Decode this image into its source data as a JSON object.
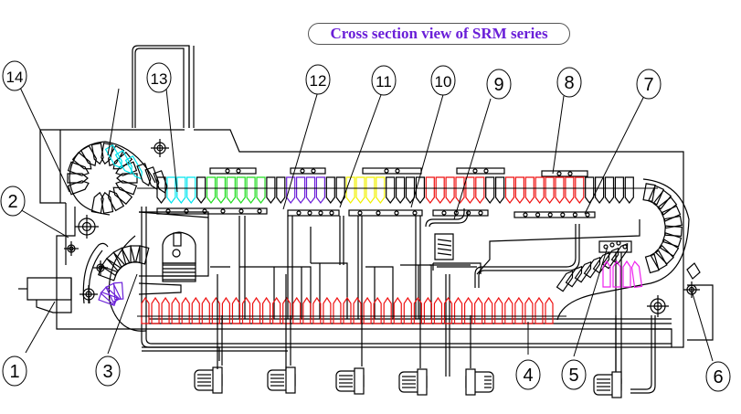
{
  "title": "Cross section view of SRM series",
  "callouts": [
    {
      "id": "1",
      "label": "1"
    },
    {
      "id": "2",
      "label": "2"
    },
    {
      "id": "3",
      "label": "3"
    },
    {
      "id": "4",
      "label": "4"
    },
    {
      "id": "5",
      "label": "5"
    },
    {
      "id": "6",
      "label": "6"
    },
    {
      "id": "7",
      "label": "7"
    },
    {
      "id": "8",
      "label": "8"
    },
    {
      "id": "9",
      "label": "9"
    },
    {
      "id": "10",
      "label": "10"
    },
    {
      "id": "11",
      "label": "11"
    },
    {
      "id": "12",
      "label": "12"
    },
    {
      "id": "13",
      "label": "13"
    },
    {
      "id": "14",
      "label": "14"
    }
  ],
  "colors": {
    "line": "#000000",
    "title_text": "#6a1fd8",
    "cyan": "#00e5ee",
    "green": "#22dd22",
    "purple": "#6a1fd8",
    "yellow": "#f0f000",
    "red": "#ee1111",
    "magenta": "#ee22ee",
    "pale_red": "#f4a0a0"
  },
  "upper_row_groups": [
    {
      "color": "black",
      "count": 1
    },
    {
      "color": "cyan",
      "count": 3
    },
    {
      "color": "black",
      "count": 1
    },
    {
      "color": "green",
      "count": 6
    },
    {
      "color": "black",
      "count": 2
    },
    {
      "color": "purple",
      "count": 4
    },
    {
      "color": "black",
      "count": 2
    },
    {
      "color": "yellow",
      "count": 4
    },
    {
      "color": "black",
      "count": 4
    },
    {
      "color": "red",
      "count": 6
    },
    {
      "color": "black",
      "count": 2
    },
    {
      "color": "red",
      "count": 8
    },
    {
      "color": "black",
      "count": 5
    }
  ],
  "lower_row_groups": [
    {
      "color": "red",
      "count": 41
    }
  ],
  "curve_highlights": {
    "left_top_cyan": 3,
    "left_bottom_purple": 4,
    "right_bottom_magenta": 4
  }
}
